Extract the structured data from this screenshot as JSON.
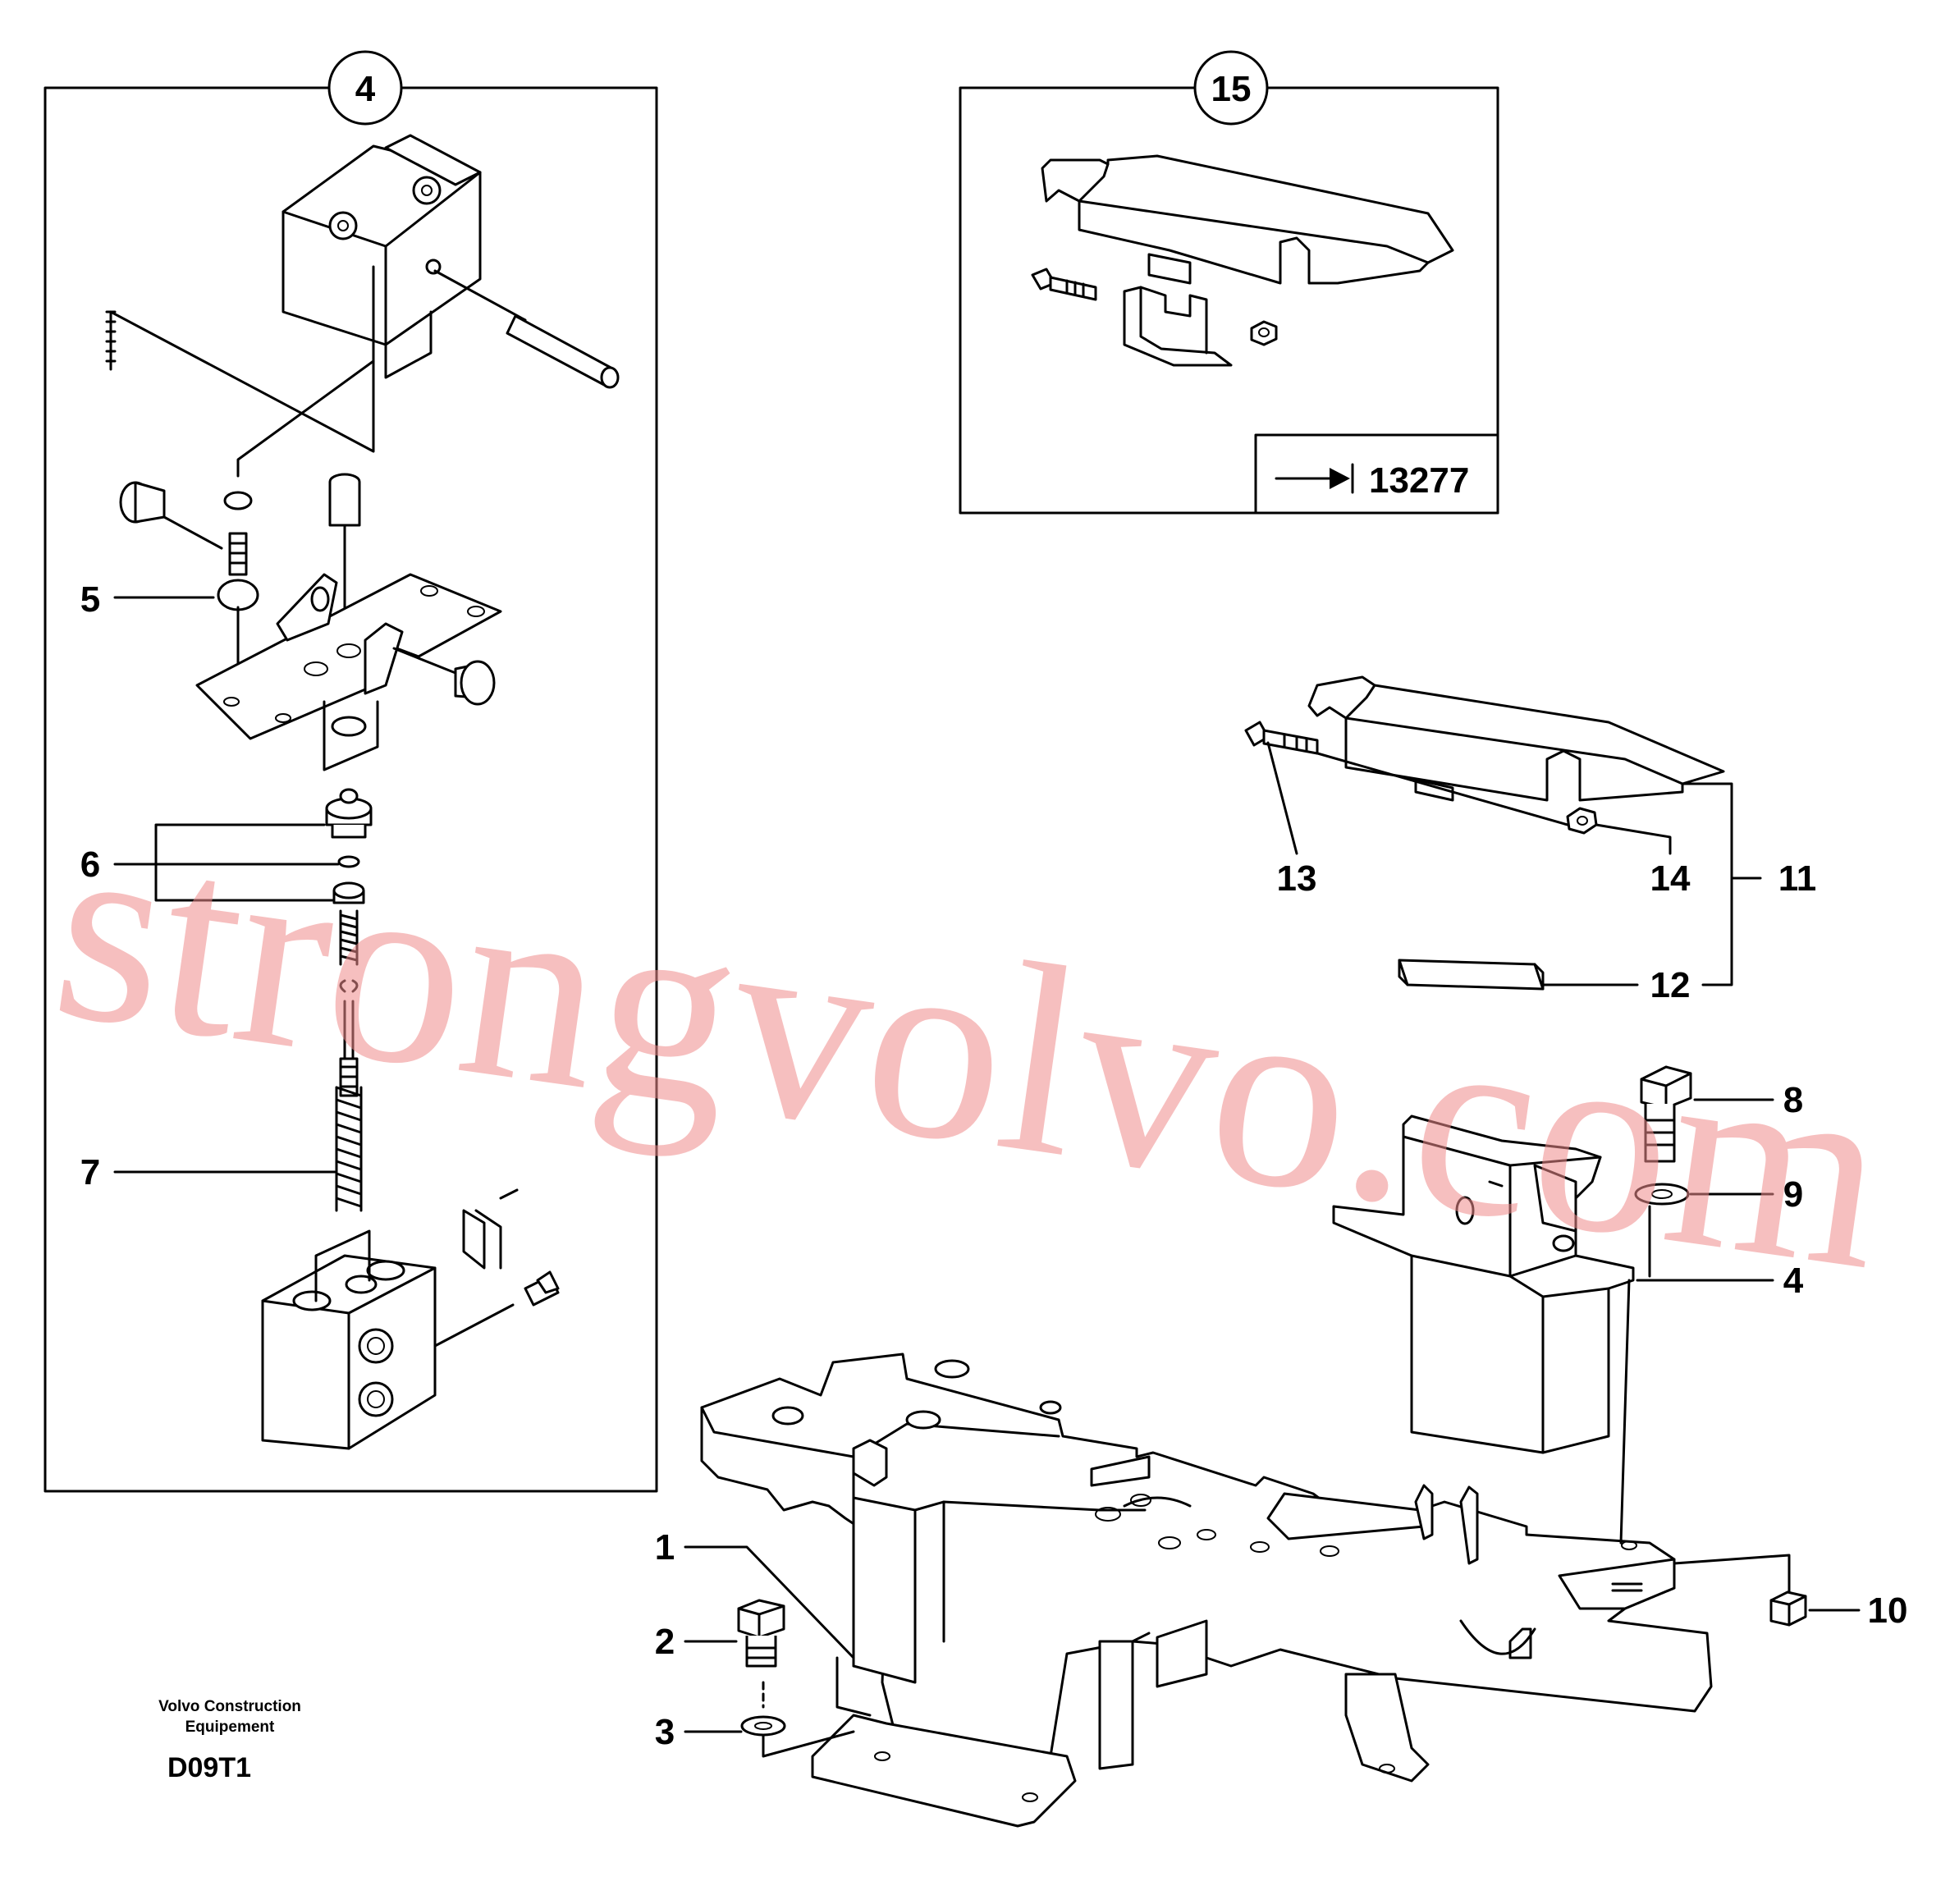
{
  "callouts": {
    "c1": "1",
    "c2": "2",
    "c3": "3",
    "c4_main": "4",
    "c5": "5",
    "c6": "6",
    "c7": "7",
    "c8": "8",
    "c9": "9",
    "c10": "10",
    "c11": "11",
    "c12": "12",
    "c13": "13",
    "c14": "14"
  },
  "detail_boxes": {
    "box4_label": "4",
    "box15_label": "15",
    "reference_number": "13277"
  },
  "footer": {
    "company_line1": "Volvo Construction",
    "company_line2": "Equipement",
    "drawing_code": "D09T1"
  },
  "watermark": "strongvolvo.com",
  "colors": {
    "line": "#000000",
    "watermark": "#f08c8c",
    "background": "#ffffff"
  },
  "icons": {
    "reference_arrow": "arrow-to-bar-icon"
  }
}
